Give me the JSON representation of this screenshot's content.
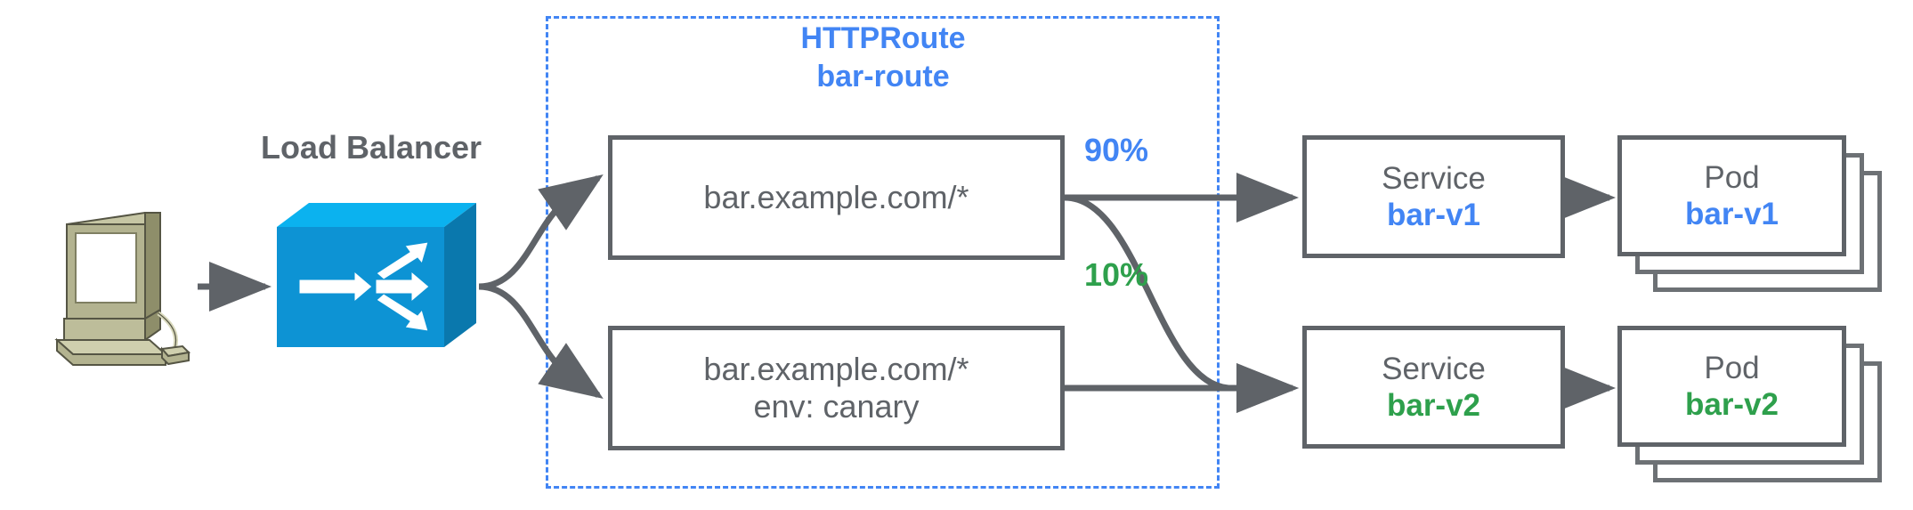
{
  "diagram": {
    "title": "Gateway API HTTPRoute traffic splitting",
    "type": "network-flow-diagram",
    "background": "#ffffff",
    "colors": {
      "blue": "#4285f4",
      "green": "#2ea04c",
      "gray": "#5f6368",
      "lb_front": "#0d93d4",
      "lb_top": "#0bb2ef",
      "lb_side": "#0a78ad",
      "client_body": "#aeae8a",
      "client_light": "#c6c6a4",
      "client_dark": "#8e8e6a"
    }
  },
  "client": {
    "icon": "workstation-icon",
    "label": ""
  },
  "load_balancer": {
    "label": "Load Balancer",
    "icon": "load-balancer-icon"
  },
  "http_route": {
    "kind": "HTTPRoute",
    "name": "bar-route",
    "rules": [
      {
        "id": "rule-1",
        "lines": [
          "bar.example.com/*"
        ]
      },
      {
        "id": "rule-2",
        "lines": [
          "bar.example.com/*",
          "env: canary"
        ]
      }
    ]
  },
  "weights": [
    {
      "value": "90%",
      "color": "#4285f4",
      "target": "bar-v1"
    },
    {
      "value": "10%",
      "color": "#2ea04c",
      "target": "bar-v2"
    }
  ],
  "services": [
    {
      "kind": "Service",
      "name": "bar-v1",
      "color": "#4285f4"
    },
    {
      "kind": "Service",
      "name": "bar-v2",
      "color": "#2ea04c"
    }
  ],
  "pods": [
    {
      "kind": "Pod",
      "name": "bar-v1",
      "color": "#4285f4",
      "replicas": 3
    },
    {
      "kind": "Pod",
      "name": "bar-v2",
      "color": "#2ea04c",
      "replicas": 3
    }
  ]
}
